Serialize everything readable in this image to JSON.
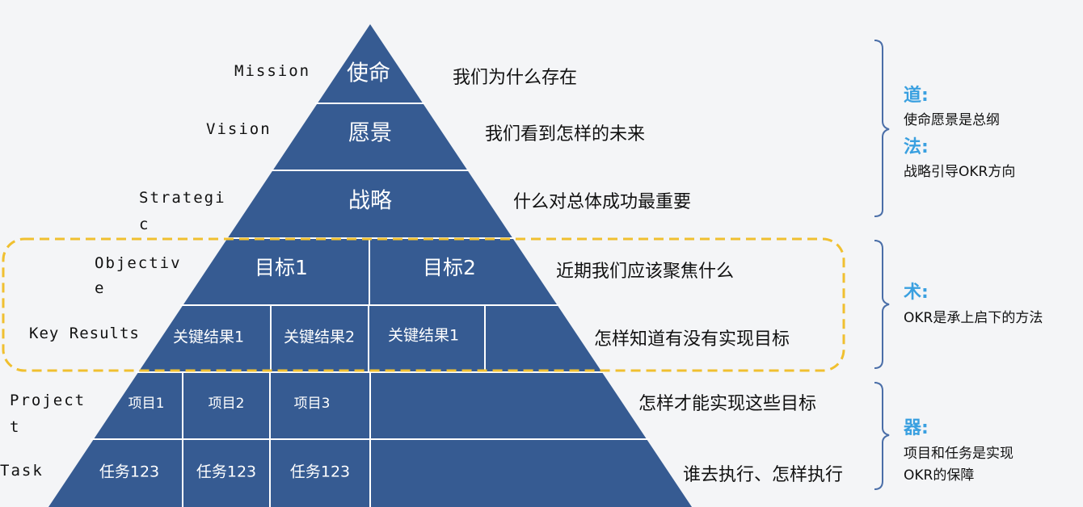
{
  "pyramid": {
    "mission": "使命",
    "vision": "愿景",
    "strategic": "战略",
    "objective_1": "目标1",
    "objective_2": "目标2",
    "kr_1": "关键结果1",
    "kr_2": "关键结果2",
    "kr_3": "关键结果1",
    "project_1": "项目1",
    "project_2": "项目2",
    "project_3": "项目3",
    "task_1": "任务123",
    "task_2": "任务123",
    "task_3": "任务123"
  },
  "left_labels": {
    "mission": "Mission",
    "vision": "Vision",
    "strategic_a": "Strategi",
    "strategic_b": "c",
    "objective_a": "Objectiv",
    "objective_b": "e",
    "key_results": "Key Results",
    "project_a": "Project",
    "project_b": "t",
    "task": "Task"
  },
  "right_labels": {
    "mission": "我们为什么存在",
    "vision": "我们看到怎样的未来",
    "strategic": "什么对总体成功最重要",
    "objective": "近期我们应该聚焦什么",
    "key_results": "怎样知道有没有实现目标",
    "project": "怎样才能实现这些目标",
    "task": "谁去执行、怎样执行"
  },
  "notes": {
    "dao_title": "道:",
    "dao_text": "使命愿景是总纲",
    "fa_title": "法:",
    "fa_text": "战略引导OKR方向",
    "shu_title": "术:",
    "shu_text": "OKR是承上启下的方法",
    "qi_title": "器:",
    "qi_text_1": "项目和任务是实现",
    "qi_text_2": "OKR的保障"
  },
  "colors": {
    "pyramid_fill": "#365b92",
    "divider": "#ffffff",
    "dashed_box": "#f0c030",
    "note_accent": "#3aa0e0"
  }
}
